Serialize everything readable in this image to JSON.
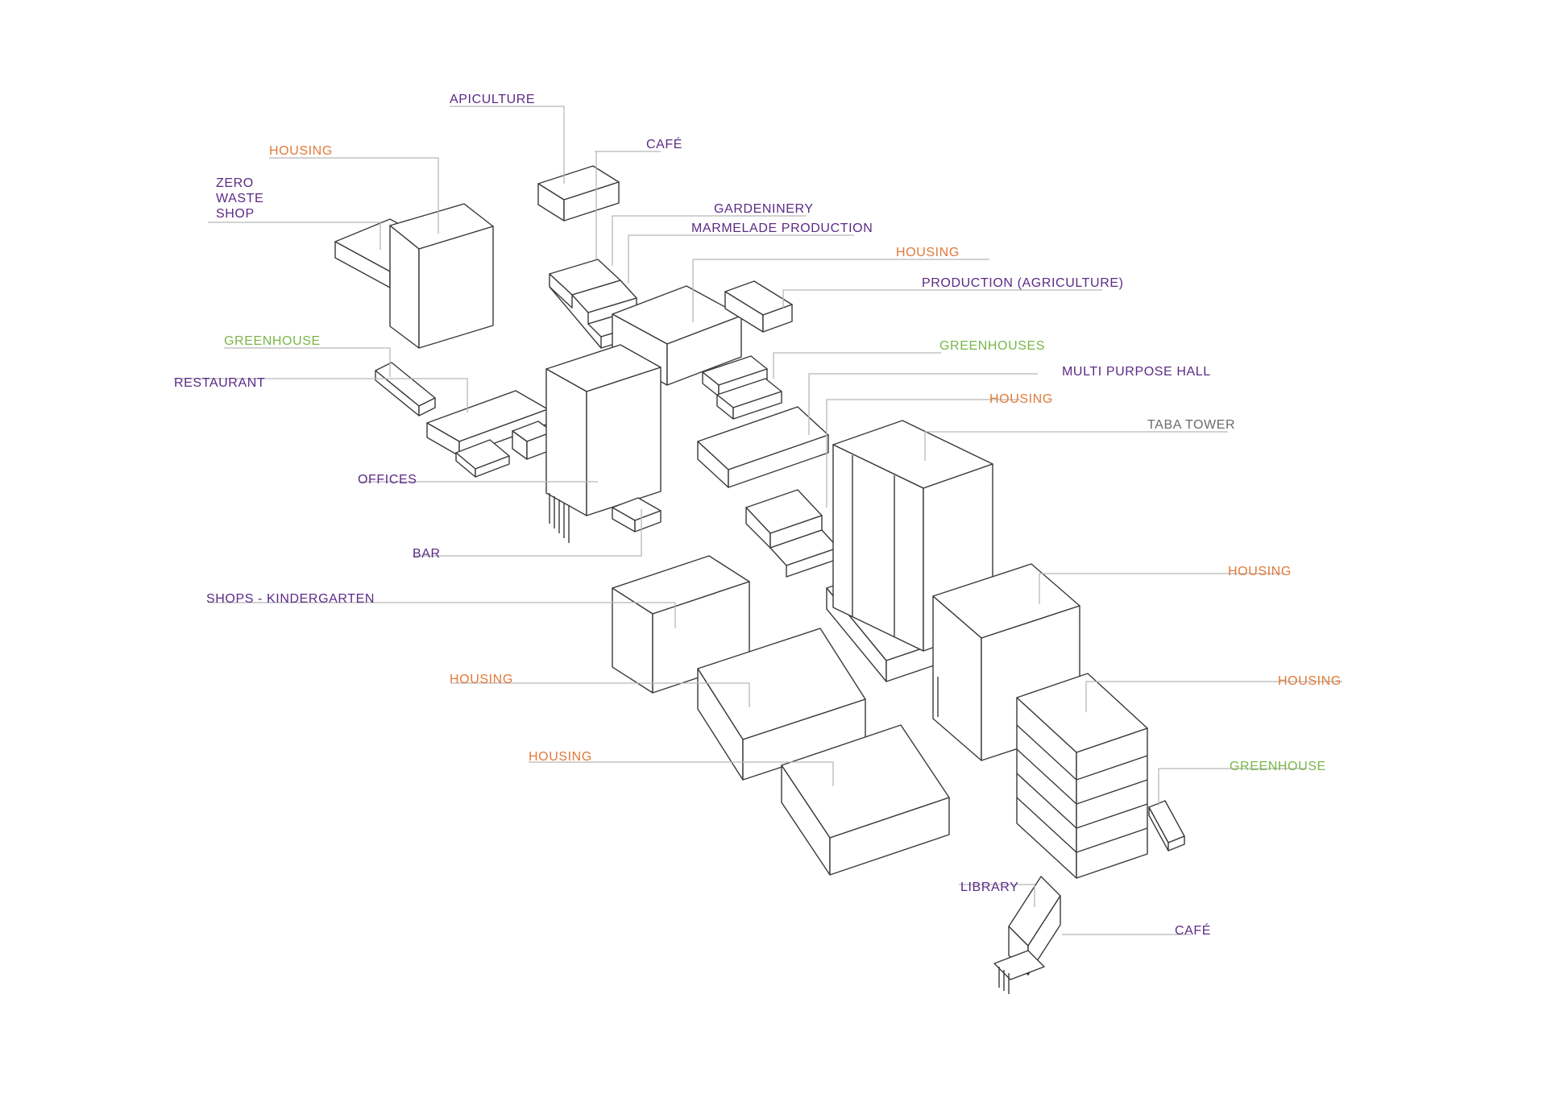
{
  "colors": {
    "program": "#5b2a86",
    "housing": "#e07a3a",
    "greenhouse": "#7ab648",
    "tower": "#6a6a6a",
    "leader": "#b8b8b8",
    "outline": "#3a3a3a"
  },
  "labels": {
    "apiculture": "APICULTURE",
    "cafe_top": "CAFÉ",
    "housing_top_left": "HOUSING",
    "zero_waste_shop": [
      "ZERO",
      "WASTE",
      "SHOP"
    ],
    "gardeninery": "GARDENINERY",
    "marmelade_production": "MARMELADE PRODUCTION",
    "housing_center_top": "HOUSING",
    "production_agriculture": "PRODUCTION (AGRICULTURE)",
    "greenhouse_left": "GREENHOUSE",
    "greenhouses_center": "GREENHOUSES",
    "restaurant": "RESTAURANT",
    "multi_purpose_hall": "MULTI PURPOSE HALL",
    "housing_center_mid": "HOUSING",
    "taba_tower": "TABA TOWER",
    "offices": "OFFICES",
    "bar": "BAR",
    "housing_right_upper": "HOUSING",
    "shops_kindergarten": "SHOPS - KINDERGARTEN",
    "housing_left_mid": "HOUSING",
    "housing_right_lower": "HOUSING",
    "housing_left_lower": "HOUSING",
    "greenhouse_right": "GREENHOUSE",
    "library": "LIBRARY",
    "cafe_bottom": "CAFÉ"
  }
}
